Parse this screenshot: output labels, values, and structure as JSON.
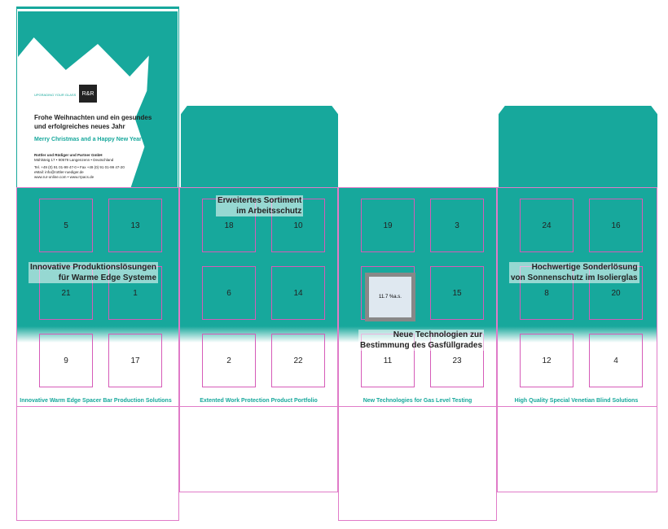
{
  "greeting": {
    "tagline": "UPGRADING YOUR GLASS",
    "logo": "R&R",
    "de": "Frohe Weihnachten und ein gesundes",
    "de2": "und erfolgreiches neues Jahr",
    "en": "Merry Christmas and a Happy New Year",
    "company": "Rottler und Rüdiger und Partner GmbH",
    "address": "Mühlsteig 17 • 90579 Langenzenn • Deutschland",
    "phone": "Tel. +49 (0) 91 01-99 47-0 • Fax +49 (0) 91 01-99 47-20",
    "email": "eMail: info@rottler-ruediger.de",
    "web": "www.rur-online.com • www.rrpacs.de"
  },
  "panels": [
    {
      "head1": "Innovative Produktionslösungen",
      "head2": "für Warme Edge Systeme",
      "footer": "Innovative Warm Edge Spacer Bar Production Solutions",
      "doors": [
        "5",
        "13",
        "21",
        "1",
        "9",
        "17"
      ]
    },
    {
      "head1": "Erweitertes Sortiment",
      "head2": "im Arbeitsschutz",
      "footer": "Extented Work Protection Product Portfolio",
      "doors": [
        "18",
        "10",
        "6",
        "14",
        "2",
        "22"
      ]
    },
    {
      "head1": "Neue Technologien zur",
      "head2": "Bestimmung des Gasfüllgrades",
      "footer": "New Technologies for Gas Level Testing",
      "doors": [
        "19",
        "3",
        "",
        "15",
        "11",
        "23"
      ],
      "device": "11.7 %a.s."
    },
    {
      "head1": "Hochwertige Sonderlösung",
      "head2": "von Sonnenschutz im Isolierglas",
      "footer": "High Quality Special Venetian Blind Solutions",
      "doors": [
        "24",
        "16",
        "8",
        "20",
        "12",
        "4"
      ]
    }
  ],
  "colors": {
    "teal": "#17a89c",
    "dieline": "#e07bc8"
  }
}
